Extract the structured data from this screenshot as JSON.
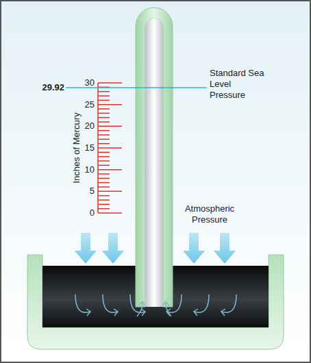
{
  "diagram": {
    "labels": [
      "29.92",
      "30",
      "25",
      "20",
      "15",
      "10",
      "5",
      "0",
      "Inches of Mercury",
      "Standard Sea Level Pressure",
      "Atmospheric Pressure"
    ]
  }
}
